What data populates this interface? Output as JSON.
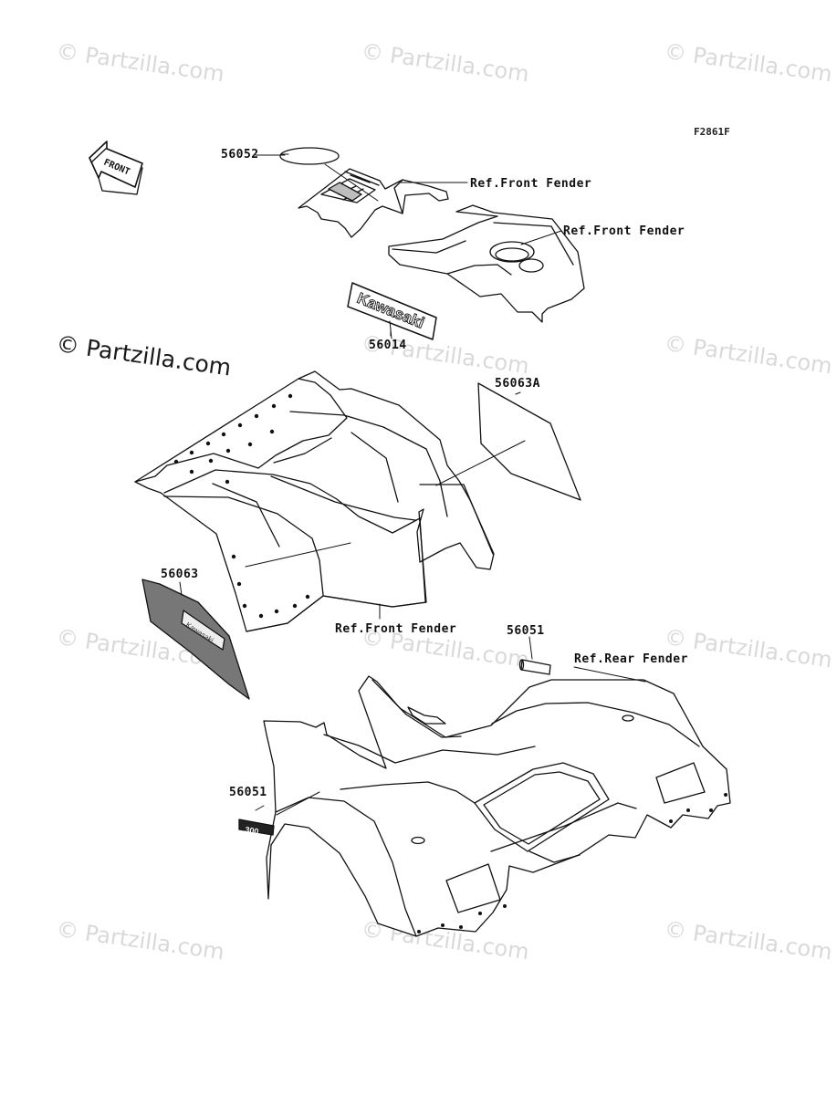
{
  "diagram": {
    "code": "F2861F",
    "front_arrow_text": "FRONT",
    "emblem_kawasaki": "Kawasaki",
    "emblem_side": "Kawasaki",
    "emblem_badge": "300",
    "callouts": [
      {
        "text": "56052"
      },
      {
        "text": "Ref.Front Fender"
      },
      {
        "text": "Ref.Front Fender"
      },
      {
        "text": "56014"
      },
      {
        "text": "56063A"
      },
      {
        "text": "56063"
      },
      {
        "text": "Ref.Front Fender"
      },
      {
        "text": "56051"
      },
      {
        "text": "Ref.Rear Fender"
      },
      {
        "text": "56051"
      }
    ]
  },
  "watermarks": [
    "© Partzilla.com",
    "© Partzilla.com",
    "© Partzilla.com",
    "© Partzilla.com",
    "© Partzilla.com",
    "© Partzilla.com",
    "© Partzilla.com",
    "© Partzilla.com",
    "© Partzilla.com",
    "© Partzilla.com",
    "© Partzilla.com",
    "© Partzilla.com"
  ],
  "watermark_main": "© Partzilla.com"
}
